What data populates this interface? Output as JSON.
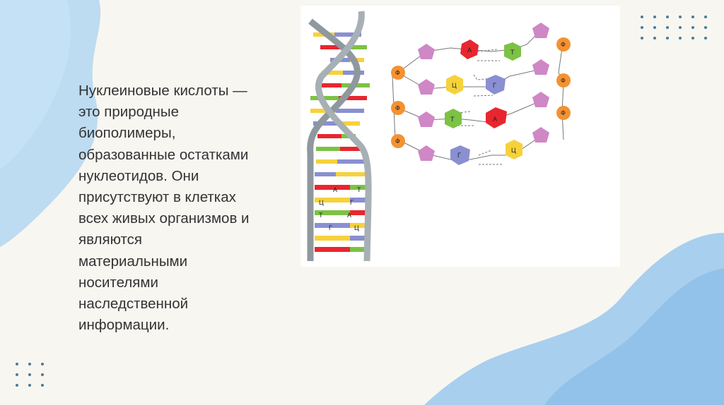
{
  "slide": {
    "title": "Нуклеиновые кислоты",
    "title_dash": " —",
    "body_lines": [
      " это природные",
      "биополимеры,",
      "образованные остатками",
      "нуклеотидов. Они",
      "присутствуют в клетках",
      "всех живых организмов и",
      "являются",
      "материальными",
      "носителями",
      "наследственной",
      "информации."
    ]
  },
  "dna_diagram": {
    "helix_labels": [
      {
        "left": "А",
        "right": "Т"
      },
      {
        "left": "Ц",
        "right": "Г"
      },
      {
        "left": "Т",
        "right": "А"
      },
      {
        "left": "Г",
        "right": "Ц"
      }
    ],
    "phosphate_label": "Ф",
    "strand_rows": [
      {
        "left_base": "А",
        "right_base": "Т"
      },
      {
        "left_base": "Ц",
        "right_base": "Г"
      },
      {
        "left_base": "Т",
        "right_base": "А"
      },
      {
        "left_base": "Г",
        "right_base": "Ц"
      }
    ],
    "colors": {
      "A": "#e8262f",
      "T": "#7cc243",
      "C": "#f6d23a",
      "G": "#8a8fd1",
      "phosphate": "#f39233",
      "sugar": "#cf87c6",
      "backbone": "#9aa3a8"
    }
  },
  "decor": {
    "blob_color": "#9ecbed",
    "dot_color": "#4b7a96"
  }
}
